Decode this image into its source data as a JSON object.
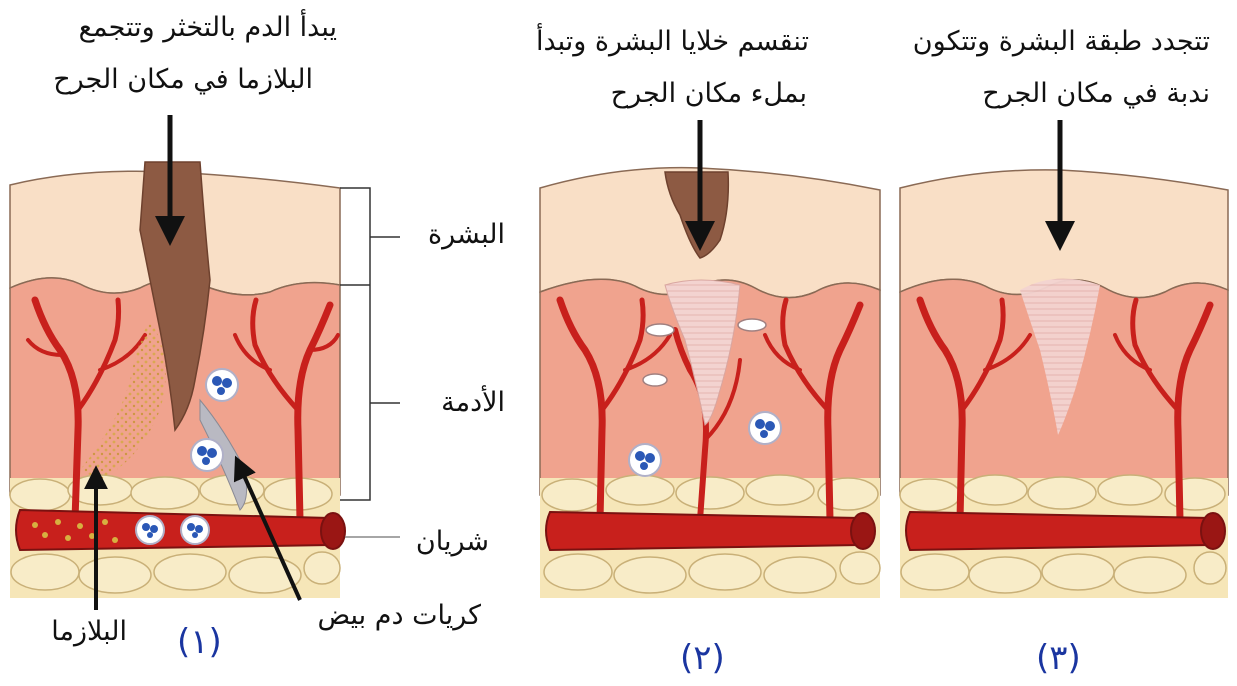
{
  "captions": {
    "panel1": {
      "line1": "يبدأ الدم بالتخثر وتتجمع",
      "line2": "البلازما في مكان الجرح"
    },
    "panel2": {
      "line1": "تنقسم خلايا البشرة وتبدأ",
      "line2": "بملء مكان الجرح"
    },
    "panel3": {
      "line1": "تتجدد طبقة البشرة وتتكون",
      "line2": "ندبة في مكان الجرح"
    }
  },
  "layer_labels": {
    "epidermis": "البشرة",
    "dermis": "الأدمة",
    "artery": "شريان"
  },
  "bottom_labels": {
    "plasma": "البلازما",
    "white_blood_cells": "كريات دم بيض"
  },
  "panel_numbers": {
    "p1": "(١)",
    "p2": "(٢)",
    "p3": "(٣)"
  },
  "colors": {
    "epidermis": "#f9dfc6",
    "dermis": "#f0a38e",
    "vessel": "#c8201c",
    "fat": "#f6e6b8",
    "clot": "#8d5a43",
    "scar": "#f3d3d0",
    "number": "#1a35a0"
  }
}
